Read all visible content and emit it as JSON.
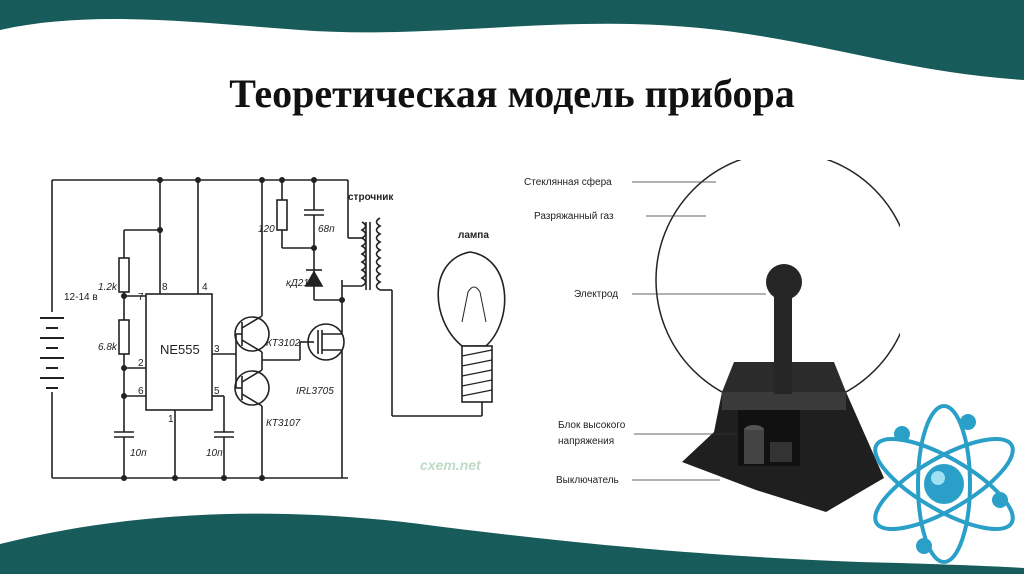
{
  "slide": {
    "title": "Теоретическая модель прибора",
    "colors": {
      "wave": "#175c5a",
      "atom": "#2aa0c8"
    }
  },
  "circuit": {
    "supply": "12-14 в",
    "chip": "NE555",
    "pins": {
      "p8": "8",
      "p4": "4",
      "p7": "7",
      "p2": "2",
      "p6": "6",
      "p3": "3",
      "p5": "5",
      "p1": "1"
    },
    "resistors": {
      "r_top": "1.2k",
      "r_mid": "6.8k",
      "r_120": "120"
    },
    "capacitors": {
      "c_left": "10п",
      "c_right": "10п",
      "c_68": "68п"
    },
    "diode": "кД212",
    "transistors": {
      "npn": "КТ3102",
      "pnp": "КТ3107",
      "mosfet": "IRL3705"
    },
    "transformer": "строчник",
    "lamp": "лампа",
    "watermark": "cxem.net"
  },
  "plasma_ball": {
    "labels": {
      "glass_sphere": "Стеклянная сфера",
      "rarefied_gas": "Разряжанный газ",
      "electrode": "Электрод",
      "hv_block_line1": "Блок высокого",
      "hv_block_line2": "напряжения",
      "switch": "Выключатель"
    }
  }
}
